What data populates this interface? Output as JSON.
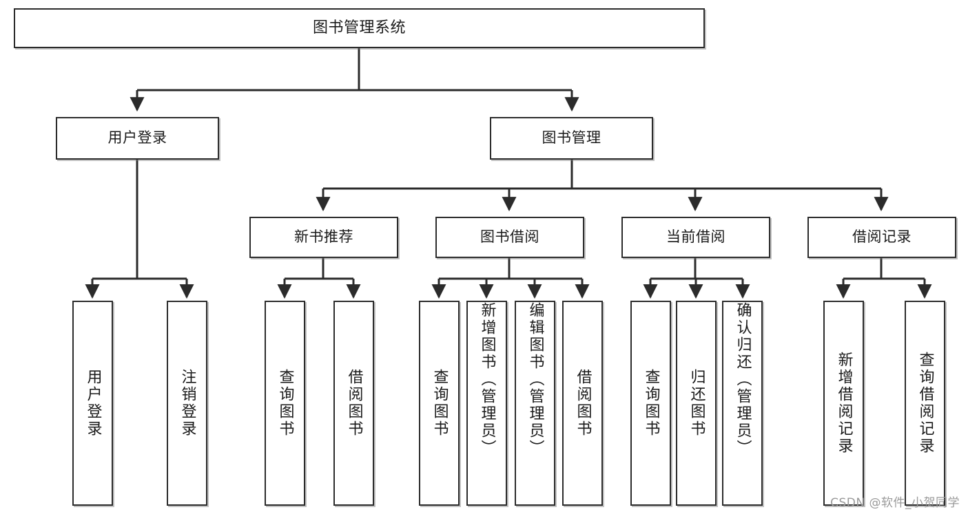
{
  "diagram": {
    "title": "图书管理系统",
    "type": "tree-hierarchy-diagram",
    "watermark": "CSDN @软件_小贺同学",
    "colors": {
      "node_border": "#2b2b2b",
      "node_fill": "#ffffff",
      "edge": "#2b2b2b",
      "text": "#1a1a1a",
      "watermark": "#9a9a9a",
      "background": "#ffffff"
    },
    "levels": {
      "root": {
        "label": "图书管理系统"
      },
      "level2": [
        {
          "label": "用户登录"
        },
        {
          "label": "图书管理"
        }
      ],
      "level3": [
        {
          "label": "新书推荐"
        },
        {
          "label": "图书借阅"
        },
        {
          "label": "当前借阅"
        },
        {
          "label": "借阅记录"
        }
      ],
      "leaves": {
        "user_login": [
          {
            "label": "用户登录"
          },
          {
            "label": "注销登录"
          }
        ],
        "new_book_recommend": [
          {
            "label": "查询图书"
          },
          {
            "label": "借阅图书"
          }
        ],
        "book_borrow": [
          {
            "label": "查询图书"
          },
          {
            "label": "新增图书（管理员）"
          },
          {
            "label": "编辑图书（管理员）"
          },
          {
            "label": "借阅图书"
          }
        ],
        "current_borrow": [
          {
            "label": "查询图书"
          },
          {
            "label": "归还图书"
          },
          {
            "label": "确认归还（管理员）"
          }
        ],
        "borrow_record": [
          {
            "label": "新增借阅记录"
          },
          {
            "label": "查询借阅记录"
          }
        ]
      }
    }
  }
}
